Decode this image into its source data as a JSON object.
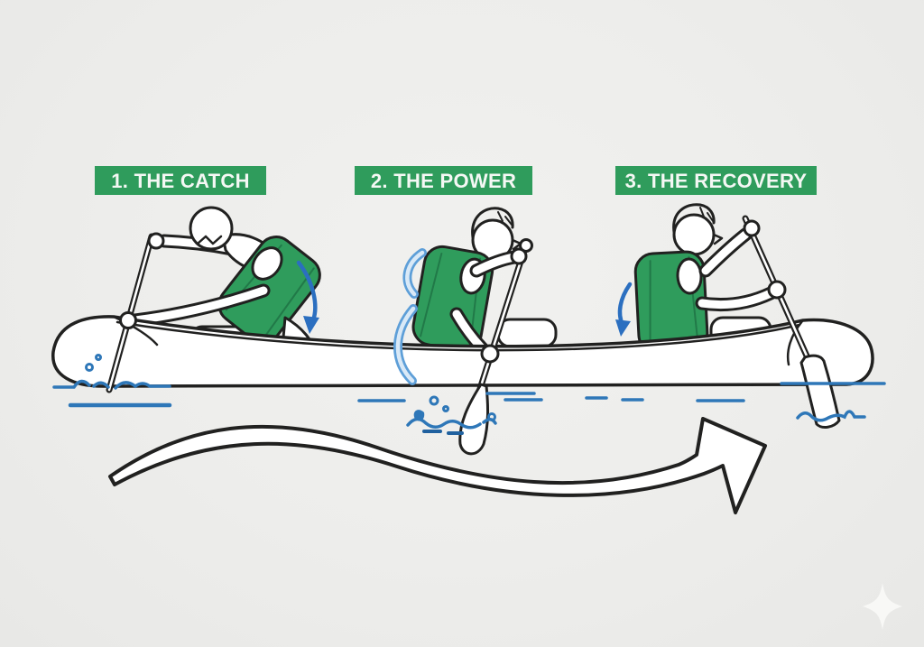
{
  "scene": {
    "steps": [
      {
        "id": "catch",
        "label": "1. THE CATCH"
      },
      {
        "id": "power",
        "label": "2. THE POWER"
      },
      {
        "id": "recovery",
        "label": "3. THE RECOVERY"
      }
    ],
    "colors": {
      "background": "#ededeb",
      "ink": "#212120",
      "green": "#2f9c5c",
      "label-text": "#f4f8f4",
      "blue-arrow": "#2b6fc0",
      "water": "#2e77b8",
      "water-dark": "#20619f",
      "arc-outer": "#5e9fd8",
      "arc-inner": "#d9e9f7",
      "white": "#ffffff",
      "sparkle": "#f8f8f6"
    }
  }
}
